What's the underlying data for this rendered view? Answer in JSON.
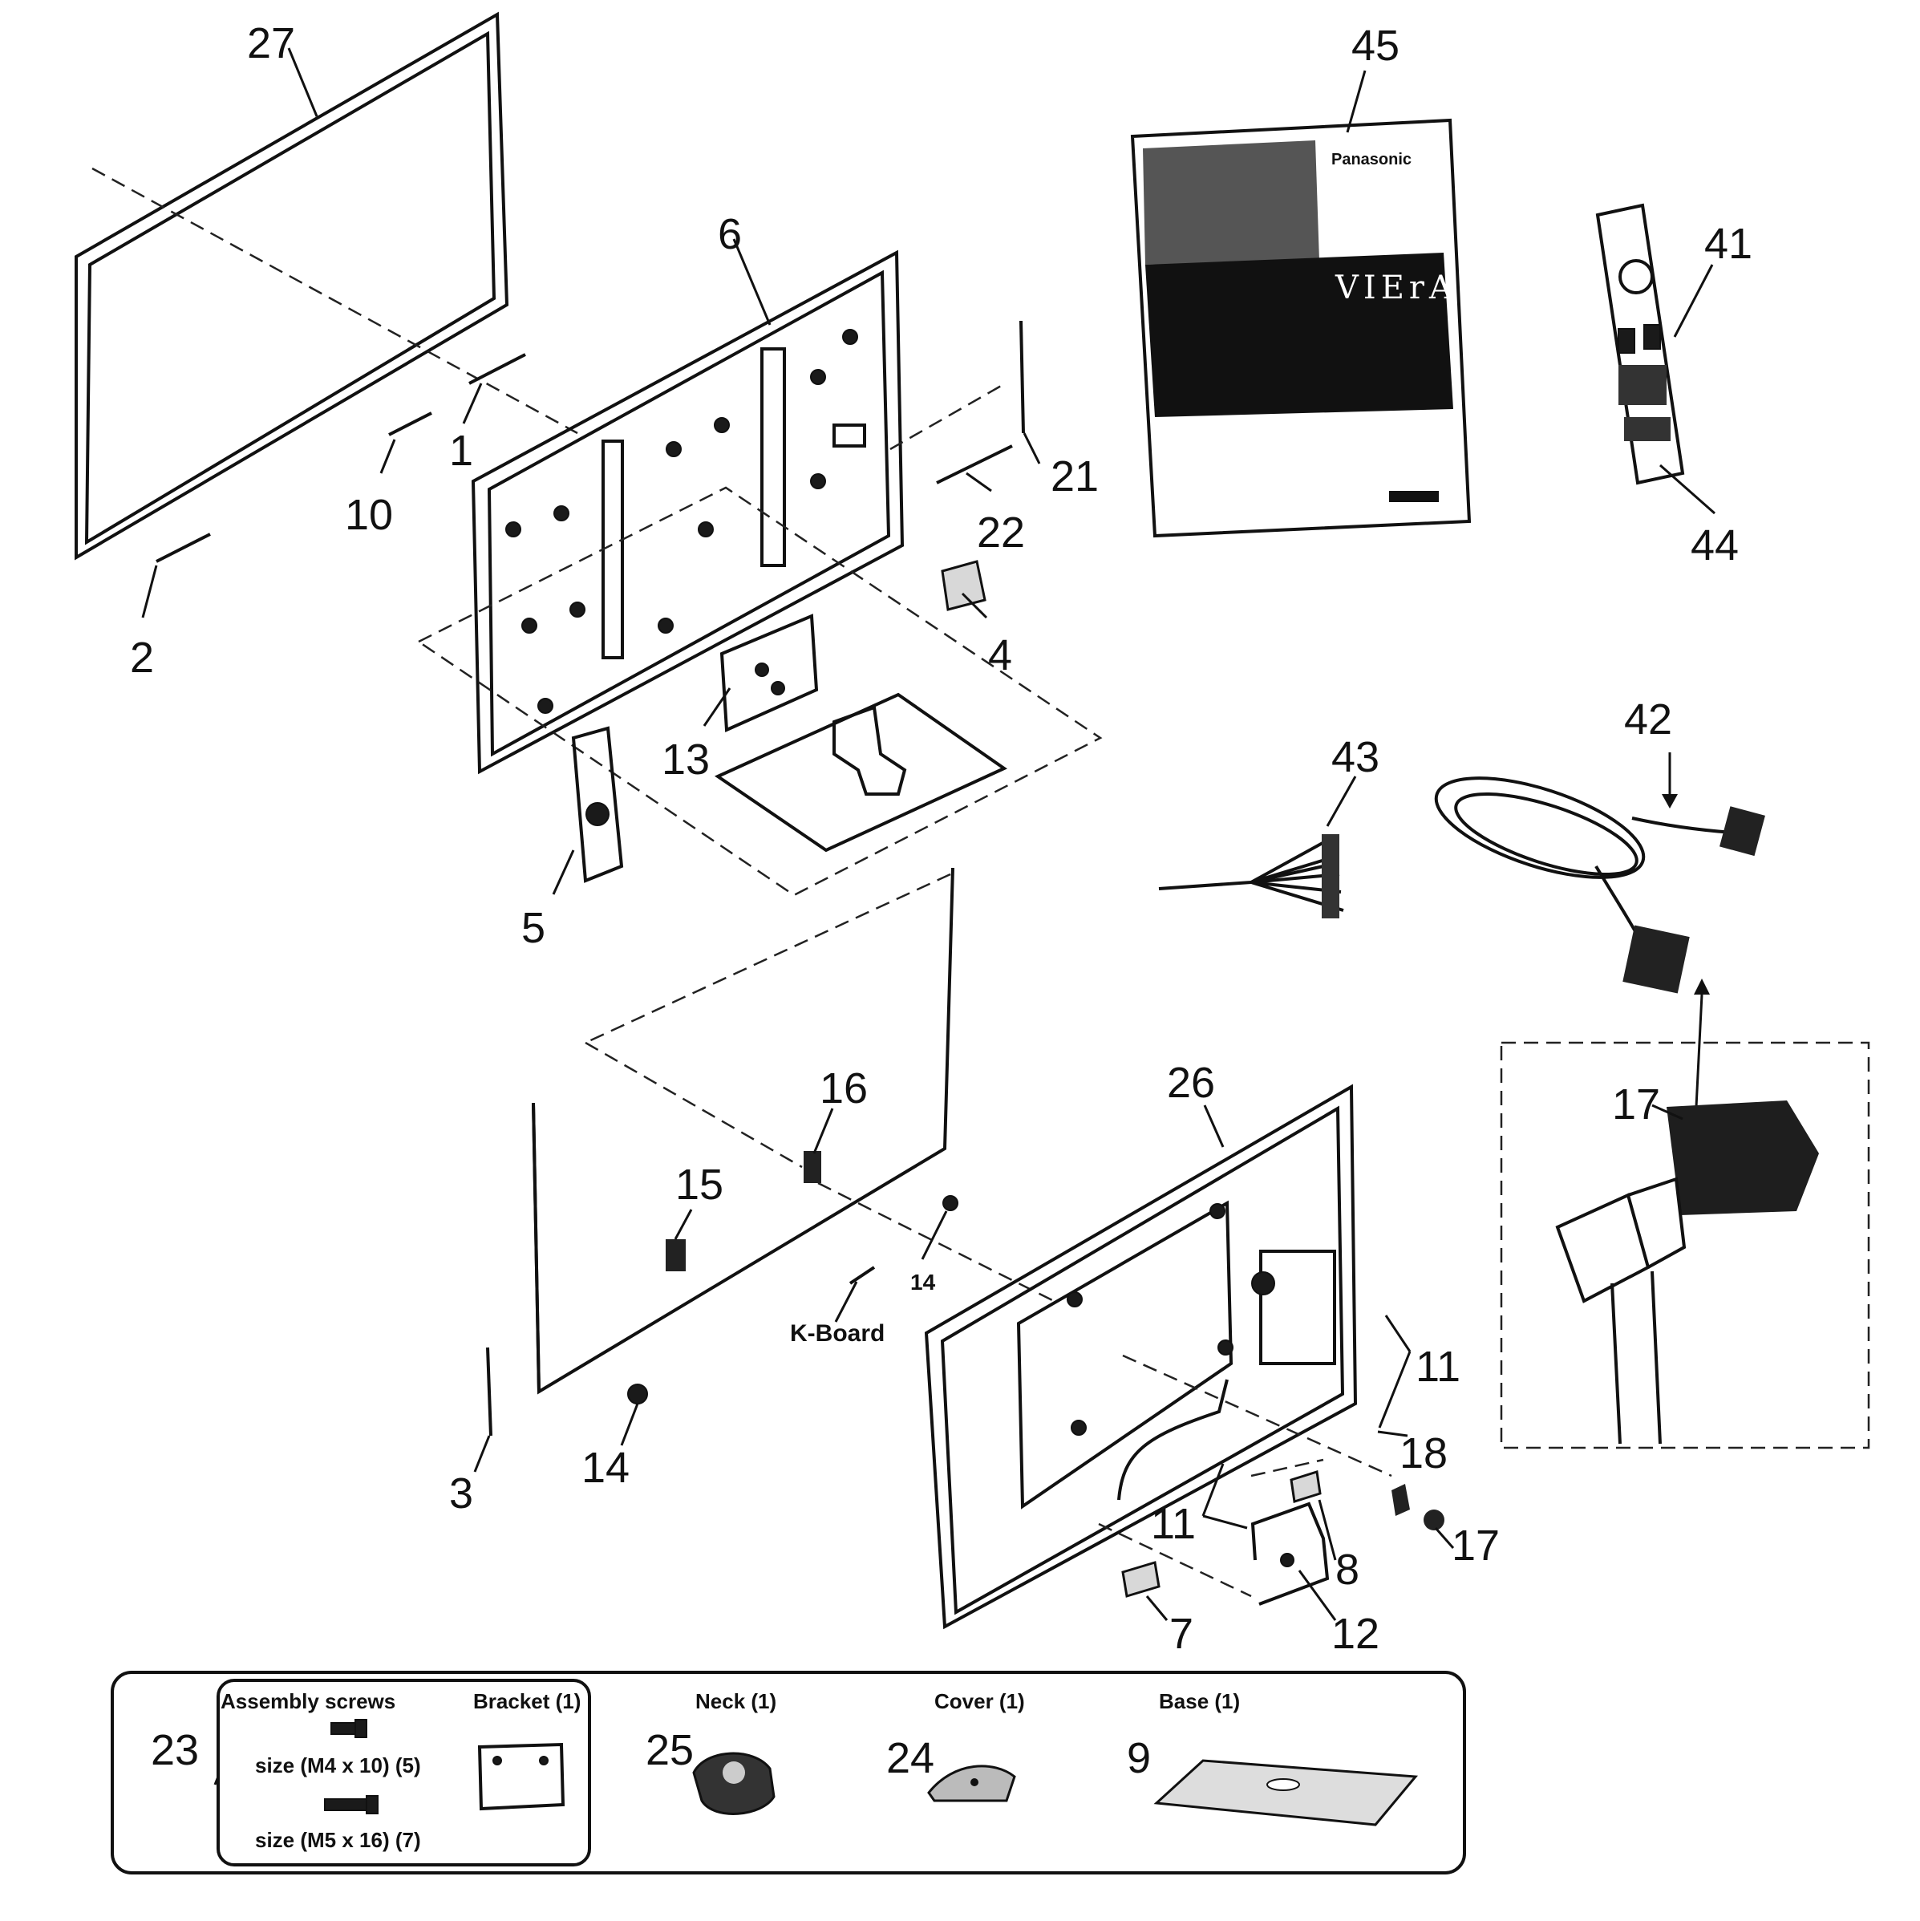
{
  "callouts": {
    "c27": "27",
    "c45": "45",
    "c6": "6",
    "c41": "41",
    "c1": "1",
    "c21": "21",
    "c10": "10",
    "c22": "22",
    "c44": "44",
    "c2": "2",
    "c4": "4",
    "c13": "13",
    "c42": "42",
    "c43": "43",
    "c5": "5",
    "c16": "16",
    "c26": "26",
    "c17a": "17",
    "c15": "15",
    "c14a": "14",
    "c11a": "11",
    "c18": "18",
    "c3": "3",
    "c14b": "14",
    "c11b": "11",
    "c17b": "17",
    "c8": "8",
    "c7": "7",
    "c12": "12",
    "c23": "23",
    "c25": "25",
    "c24": "24",
    "c9": "9"
  },
  "board_label": "K-Board",
  "manual": {
    "brand": "Panasonic",
    "product": "VIErA"
  },
  "accessory_kit": {
    "screws_title": "Assembly screws",
    "screw_size_1": "size (M4 x 10) (5)",
    "screw_size_2": "size (M5 x 16) (7)",
    "bracket": "Bracket (1)",
    "neck": "Neck (1)",
    "cover": "Cover (1)",
    "base": "Base (1)"
  }
}
